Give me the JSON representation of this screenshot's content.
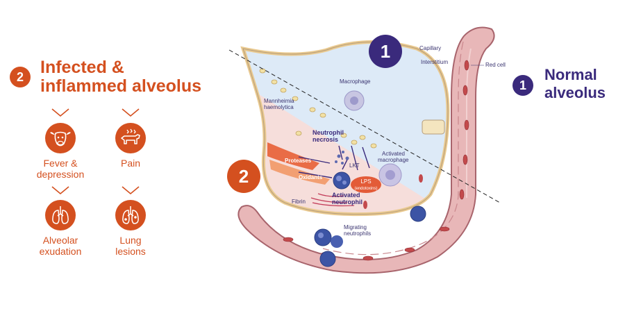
{
  "infected": {
    "number": "2",
    "title_line1": "Infected &",
    "title_line2": "inflammed alveolus",
    "symptoms": [
      {
        "line1": "Fever &",
        "line2": "depression",
        "icon": "cow-head-icon"
      },
      {
        "line1": "Pain",
        "line2": "",
        "icon": "cow-pain-icon"
      },
      {
        "line1": "Alveolar",
        "line2": "exudation",
        "icon": "lungs-icon"
      },
      {
        "line1": "Lung",
        "line2": "lesions",
        "icon": "lungs-lesions-icon"
      }
    ]
  },
  "normal": {
    "number": "1",
    "title_line1": "Normal",
    "title_line2": "alveolus"
  },
  "diagram": {
    "zone_normal_number": "1",
    "zone_infected_number": "2",
    "labels": {
      "capillary": "Capillary",
      "interstitium": "Interstitium",
      "red_cell": "Red cell",
      "macrophage": "Macrophage",
      "mannheimia_1": "Mannheimia",
      "mannheimia_2": "haemolytica",
      "neutrophil_necrosis_1": "Neutrophil",
      "neutrophil_necrosis_2": "necrosis",
      "activated_macrophage_1": "Activated",
      "activated_macrophage_2": "macrophage",
      "proteases": "Proteases",
      "lkt": "LKT",
      "oxidants": "Oxidants",
      "lps_1": "LPS",
      "lps_2": "(endotoxins)",
      "activated_neutrophil_1": "Activated",
      "activated_neutrophil_2": "neutrophil",
      "fibrin": "Fibrin",
      "migrating_1": "Migrating",
      "migrating_2": "neutrophils"
    }
  },
  "colors": {
    "orange": "#d4501f",
    "purple": "#3a2a7c",
    "wall": "#e7b5b6",
    "wall_dark": "#a8646c",
    "alveolus_blue": "#ddeaf7",
    "infected_pink": "#f6dedb"
  }
}
